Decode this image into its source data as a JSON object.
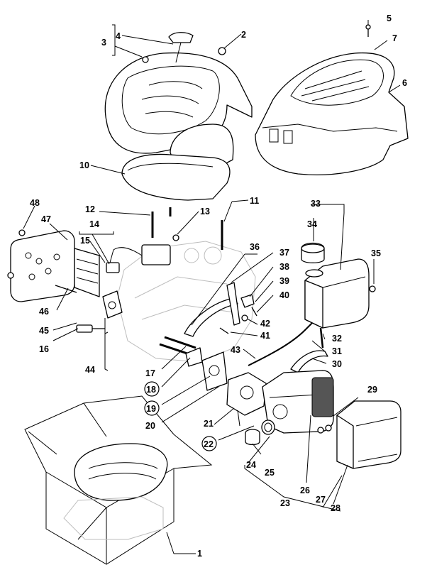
{
  "callouts": {
    "c1": "1",
    "c2": "2",
    "c3": "3",
    "c4": "4",
    "c5": "5",
    "c6": "6",
    "c7": "7",
    "c10": "10",
    "c11": "11",
    "c12": "12",
    "c13": "13",
    "c14": "14",
    "c15": "15",
    "c16": "16",
    "c17": "17",
    "c18": "18",
    "c19": "19",
    "c20": "20",
    "c21": "21",
    "c22": "22",
    "c23": "23",
    "c24": "24",
    "c25": "25",
    "c26": "26",
    "c27": "27",
    "c28": "28",
    "c29": "29",
    "c30": "30",
    "c31": "31",
    "c32": "32",
    "c33": "33",
    "c34": "34",
    "c35": "35",
    "c36": "36",
    "c37": "37",
    "c38": "38",
    "c39": "39",
    "c40": "40",
    "c41": "41",
    "c42": "42",
    "c43": "43",
    "c44": "44",
    "c45": "45",
    "c46": "46",
    "c47": "47",
    "c48": "48"
  }
}
